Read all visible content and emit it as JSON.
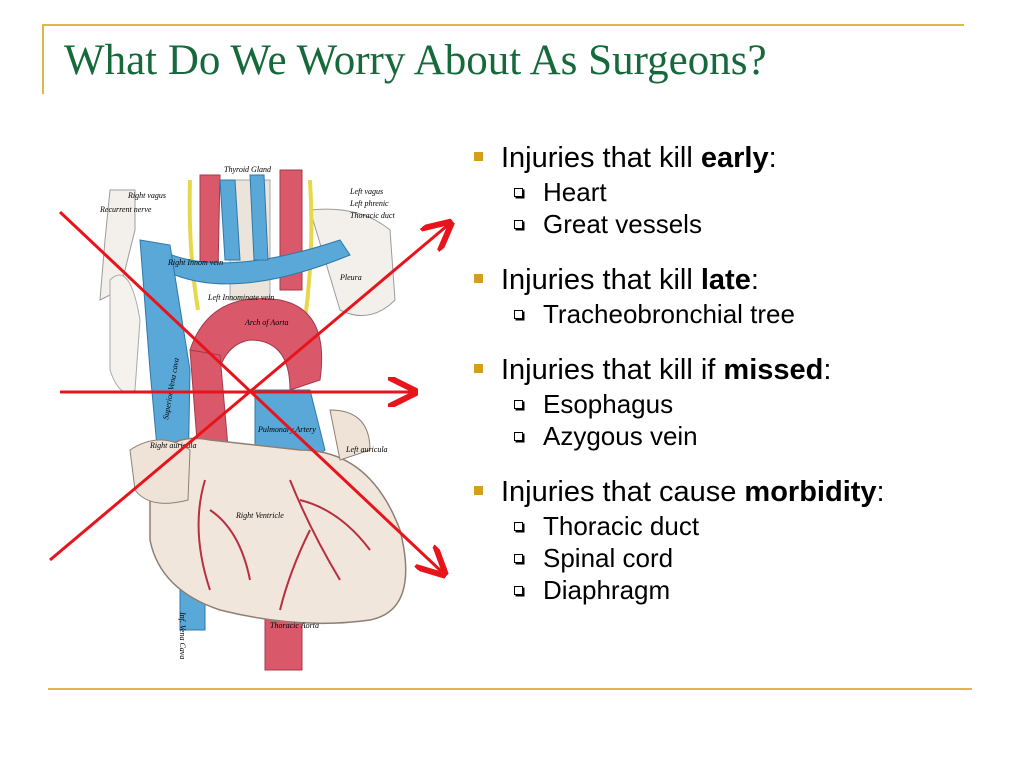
{
  "slide": {
    "title": "What Do We Worry About As Surgeons?"
  },
  "figure": {
    "labels": {
      "thyroid_gland": "Thyroid Gland",
      "right_vagus": "Right vagus",
      "recurrent_nerve": "Recurrent nerve",
      "left_vagus": "Left vagus",
      "left_phrenic": "Left phrenic",
      "thoracic_duct": "Thoracic duct",
      "right_innom_vein": "Right Innom vein",
      "left_innominate_vein": "Left Innominate vein",
      "pleura": "Pleura",
      "arch_of_aorta": "Arch of Aorta",
      "superior_vena_cava": "Superior Vena cava",
      "pulmonary_artery": "Pulmonary Artery",
      "left_auricula": "Left auricula",
      "right_auricula": "Right auricula",
      "right_ventricle": "Right Ventricle",
      "inf_vena_cava": "Inf. Vena Cava",
      "thoracic_aorta": "Thoracic Aorta"
    },
    "colors": {
      "artery": "#d9596a",
      "vein": "#5aa8d8",
      "nerve": "#e6d84a",
      "heart": "#f1e6dc",
      "annotation": "#e8141c"
    }
  },
  "list": {
    "groups": [
      {
        "prefix": "Injuries that kill ",
        "emphasis": "early",
        "suffix": ":",
        "items": [
          "Heart",
          "Great vessels"
        ]
      },
      {
        "prefix": "Injuries that kill ",
        "emphasis": "late",
        "suffix": ":",
        "items": [
          "Tracheobronchial tree"
        ]
      },
      {
        "prefix": "Injuries that kill if ",
        "emphasis": "missed",
        "suffix": ":",
        "items": [
          "Esophagus",
          "Azygous vein"
        ]
      },
      {
        "prefix": "Injuries that cause ",
        "emphasis": "morbidity",
        "suffix": ":",
        "items": [
          "Thoracic duct",
          "Spinal cord",
          "Diaphragm"
        ]
      }
    ]
  }
}
